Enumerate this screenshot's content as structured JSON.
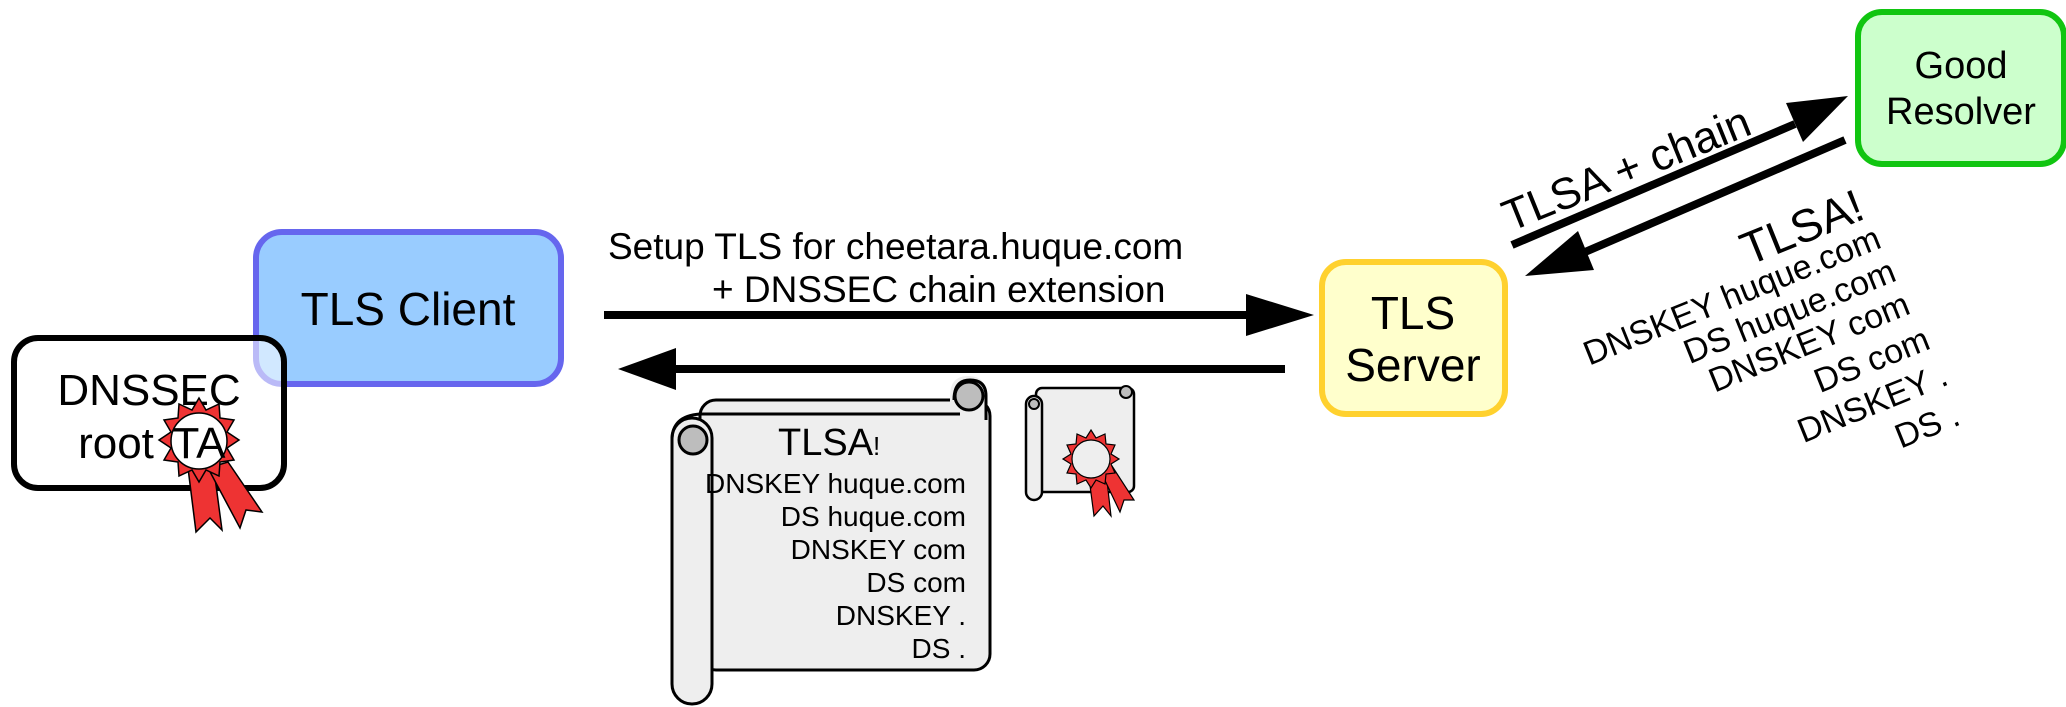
{
  "nodes": {
    "dnssec_root": {
      "line1": "DNSSEC",
      "line2": "root",
      "line3": "TA"
    },
    "tls_client": {
      "label": "TLS Client"
    },
    "tls_server": {
      "line1": "TLS",
      "line2": "Server"
    },
    "good_resolver": {
      "line1": "Good",
      "line2": "Resolver"
    }
  },
  "edges": {
    "client_to_server": {
      "line1": "Setup TLS for cheetara.huque.com",
      "line2": "+ DNSSEC chain extension"
    },
    "server_to_resolver": {
      "label": "TLSA + chain"
    }
  },
  "resolver_response": {
    "lines": [
      "TLSA!",
      "DNSKEY huque.com",
      "DS huque.com",
      "DNSKEY com",
      "DS com",
      "DNSKEY .",
      "DS ."
    ]
  },
  "scroll_chain": {
    "title": "TLSA",
    "title_mark": "!",
    "lines": [
      "DNSKEY huque.com",
      "DS huque.com",
      "DNSKEY com",
      "DS com",
      "DNSKEY .",
      "DS ."
    ]
  },
  "colors": {
    "client_fill": "#99ccff",
    "client_stroke": "#6666ee",
    "server_fill": "#ffffcc",
    "server_stroke": "#ffd12e",
    "resolver_fill": "#ccffcc",
    "resolver_stroke": "#11c511",
    "seal_red": "#ee3333",
    "scroll_fill": "#eeeeee"
  }
}
